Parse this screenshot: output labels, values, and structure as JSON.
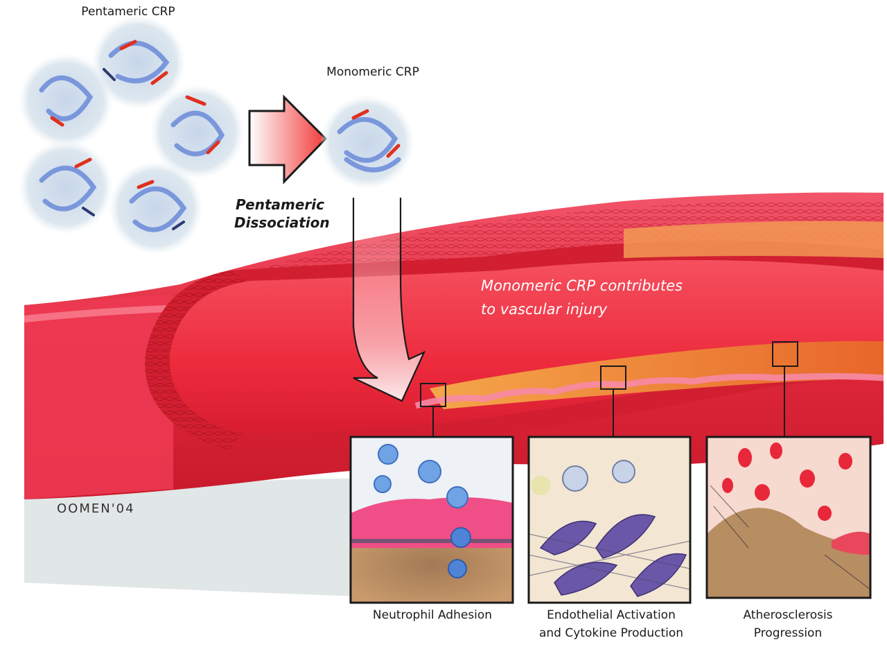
{
  "labels": {
    "pentameric_crp": "Pentameric CRP",
    "monomeric_crp": "Monomeric CRP",
    "dissociation_line1": "Pentameric",
    "dissociation_line2": "Dissociation",
    "injury_line1": "Monomeric CRP contributes",
    "injury_line2": "to vascular injury",
    "signature": "OOMEN'04"
  },
  "panels": [
    {
      "caption_line1": "Neutrophil Adhesion",
      "caption_line2": ""
    },
    {
      "caption_line1": "Endothelial Activation",
      "caption_line2": "and Cytokine Production"
    },
    {
      "caption_line1": "Atherosclerosis",
      "caption_line2": "Progression"
    }
  ],
  "colors": {
    "vessel_red": "#e8283a",
    "vessel_dark": "#b3121f",
    "plaque_orange": "#f0843c",
    "protein_blue": "#7f9ee0",
    "protein_red": "#e0301e",
    "panel_border": "#1a1a1a"
  }
}
